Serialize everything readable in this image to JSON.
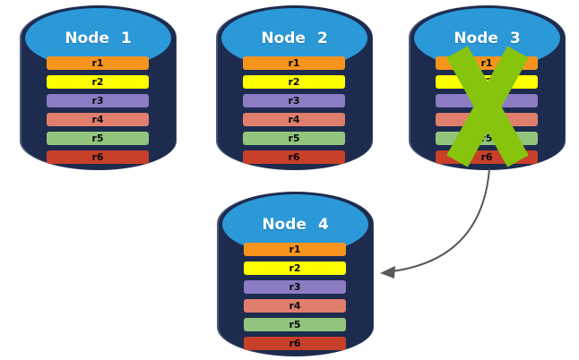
{
  "diagram": {
    "description": "Database cluster replication diagram: failed node data copied to new node",
    "nodes": [
      {
        "label": "Node 1",
        "status": "active"
      },
      {
        "label": "Node 2",
        "status": "active"
      },
      {
        "label": "Node 3",
        "status": "failed"
      },
      {
        "label": "Node 4",
        "status": "active"
      }
    ],
    "rows": [
      {
        "label": "r1",
        "color": "#F7941E"
      },
      {
        "label": "r2",
        "color": "#FEFF00"
      },
      {
        "label": "r3",
        "color": "#8B7CC3"
      },
      {
        "label": "r4",
        "color": "#DF7E6C"
      },
      {
        "label": "r5",
        "color": "#92C47E"
      },
      {
        "label": "r6",
        "color": "#C8402A"
      }
    ],
    "colors": {
      "cylinder_body": "#1D2B4E",
      "cylinder_top": "#2B99D8",
      "x_mark": "#86C40E",
      "arrow": "#595959"
    },
    "failure_mark": {
      "node": "Node 3",
      "icon": "x-mark-icon"
    },
    "arrow": {
      "from": "Node 3",
      "to": "Node 4"
    }
  }
}
